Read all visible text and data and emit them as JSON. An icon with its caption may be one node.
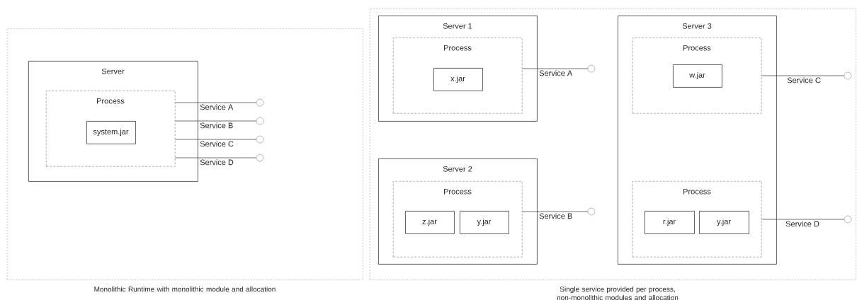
{
  "diagram": {
    "nodes": [
      {
        "text": [
          "Monolithic Runtime with monolithic module and allocation"
        ]
      },
      {
        "text": [
          "Server"
        ],
        "in": 0
      },
      {
        "text": [
          "Process"
        ],
        "in": 1
      },
      {
        "text": [
          "system.jar"
        ],
        "in": 2
      },
      {
        "text": [],
        "shape": "circle",
        "in": 0
      },
      {
        "text": [],
        "shape": "circle",
        "in": 0
      },
      {
        "text": [],
        "shape": "circle",
        "in": 0
      },
      {
        "text": [],
        "shape": "circle",
        "in": 0
      },
      {
        "text": [
          "Single service provided per process, non-monolithic modules and allocation"
        ]
      },
      {
        "text": [
          "Server 1"
        ],
        "in": 8
      },
      {
        "text": [
          "Process"
        ],
        "in": 9
      },
      {
        "text": [
          "x.jar"
        ],
        "in": 10
      },
      {
        "text": [
          "Server 2"
        ],
        "in": 8
      },
      {
        "text": [
          "Process"
        ],
        "in": 12
      },
      {
        "text": [
          "z.jar"
        ],
        "in": 13
      },
      {
        "text": [
          "y.jar"
        ],
        "in": 13
      },
      {
        "text": [
          "Server 3"
        ],
        "in": 8
      },
      {
        "text": [
          "Process"
        ],
        "in": 16
      },
      {
        "text": [
          "w.jar"
        ],
        "in": 17
      },
      {
        "text": [
          "Process"
        ],
        "in": 16
      },
      {
        "text": [
          "r.jar"
        ],
        "in": 19
      },
      {
        "text": [
          "y.jar"
        ],
        "in": 19
      },
      {
        "text": [],
        "shape": "circle",
        "in": 8
      },
      {
        "text": [],
        "shape": "circle",
        "in": 8
      },
      {
        "text": [],
        "shape": "circle",
        "in": 8
      },
      {
        "text": [],
        "shape": "circle",
        "in": 8
      }
    ],
    "edges": [
      {
        "from": 2,
        "to": 4,
        "arrow": "none",
        "label": "Service A"
      },
      {
        "from": 2,
        "to": 5,
        "arrow": "none",
        "label": "Service B"
      },
      {
        "from": 2,
        "to": 6,
        "arrow": "none",
        "label": "Service C"
      },
      {
        "from": 2,
        "to": 7,
        "arrow": "none",
        "label": "Service D"
      },
      {
        "from": 10,
        "to": 22,
        "arrow": "none",
        "label": "Service A"
      },
      {
        "from": 13,
        "to": 23,
        "arrow": "none",
        "label": "Service B"
      },
      {
        "from": 17,
        "to": 24,
        "arrow": "none",
        "label": "Service C"
      },
      {
        "from": 19,
        "to": 25,
        "arrow": "none",
        "label": "Service D"
      }
    ]
  }
}
